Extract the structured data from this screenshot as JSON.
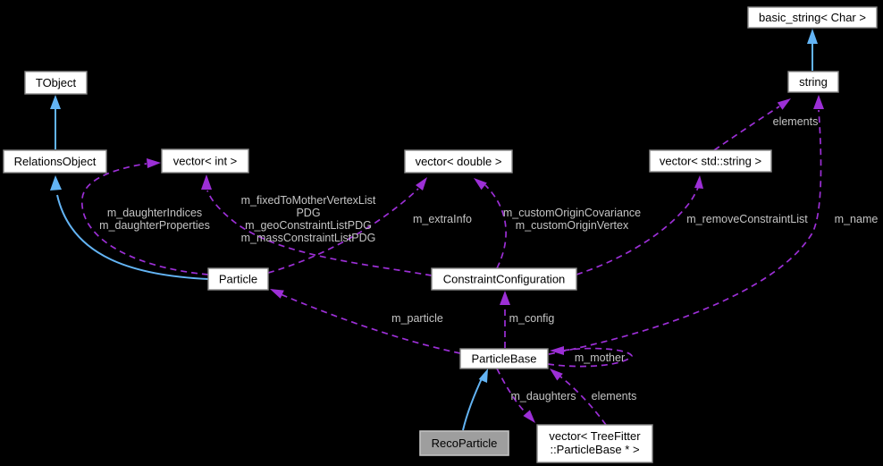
{
  "diagram": {
    "type": "collaboration-graph",
    "highlighted_node": "RecoParticle",
    "colors": {
      "background": "#000000",
      "node_fill": "#ffffff",
      "node_border": "#8a8a8a",
      "highlight_node_fill": "#9e9e9e",
      "highlight_node_border": "#c2c2c2",
      "node_text": "#000000",
      "inheritance_arrow": "#63b4f4",
      "usage_arrow": "#9c2fd6",
      "edge_label_text": "#c4c4c4"
    },
    "nodes": {
      "tobject": {
        "label": "TObject"
      },
      "relations_object": {
        "label": "RelationsObject"
      },
      "vector_int": {
        "label": "vector< int >"
      },
      "particle": {
        "label": "Particle"
      },
      "vector_double": {
        "label": "vector< double >"
      },
      "constraint_configuration": {
        "label": "ConstraintConfiguration"
      },
      "vector_std_string": {
        "label": "vector< std::string >"
      },
      "string": {
        "label": "string"
      },
      "basic_string": {
        "label": "basic_string< Char >"
      },
      "particle_base": {
        "label": "ParticleBase"
      },
      "reco_particle": {
        "label": "RecoParticle"
      },
      "vector_treefitter": {
        "label_line1": "vector< TreeFitter",
        "label_line2": "::ParticleBase * >"
      }
    },
    "edge_labels": {
      "daughter_indices_line1": "m_daughterIndices",
      "daughter_indices_line2": "m_daughterProperties",
      "fixed_to_mother_line1": "m_fixedToMotherVertexList",
      "fixed_to_mother_line2": "PDG",
      "fixed_to_mother_line3": "m_geoConstraintListPDG",
      "fixed_to_mother_line4": "m_massConstraintListPDG",
      "extra_info": "m_extraInfo",
      "custom_origin_line1": "m_customOriginCovariance",
      "custom_origin_line2": "m_customOriginVertex",
      "remove_constraint": "m_removeConstraintList",
      "elements_string": "elements",
      "name": "m_name",
      "particle_member": "m_particle",
      "config": "m_config",
      "mother": "m_mother",
      "daughters": "m_daughters",
      "elements_particlebase": "elements"
    }
  }
}
